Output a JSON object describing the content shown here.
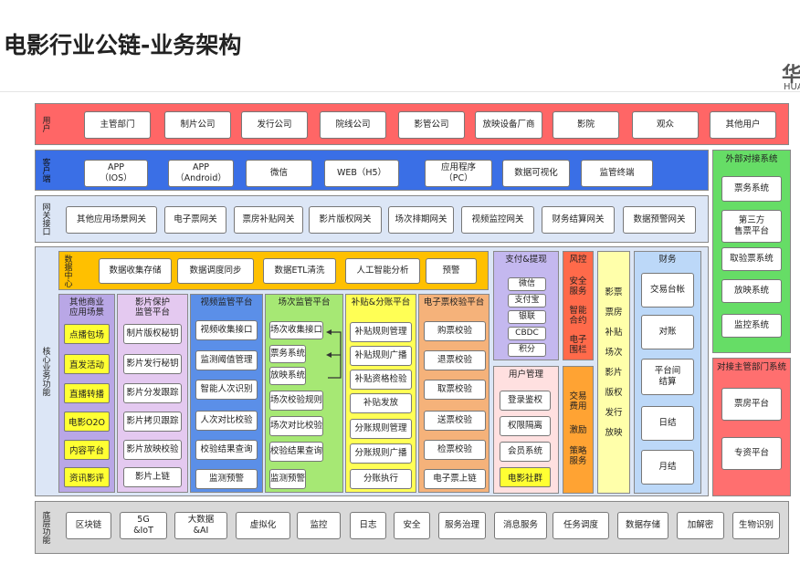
{
  "header": {
    "title": "电影行业公链-业务架构",
    "logo_cn": "华",
    "logo_en": "HUA"
  },
  "users": {
    "label": "用户",
    "items": [
      "主管部门",
      "制片公司",
      "发行公司",
      "院线公司",
      "影管公司",
      "放映设备厂商",
      "影院",
      "观众",
      "其他用户"
    ]
  },
  "client": {
    "label": "客户端",
    "items": [
      "APP\n（IOS）",
      "APP\n（Android）",
      "微信",
      "WEB（H5）",
      "应用程序\n（PC）",
      "数据可视化",
      "监管终端"
    ]
  },
  "gateway": {
    "label": "网关接口",
    "items": [
      "其他应用场景网关",
      "电子票网关",
      "票房补贴网关",
      "影片版权网关",
      "场次排期网关",
      "视频监控网关",
      "财务结算网关",
      "数据预警网关"
    ]
  },
  "core": {
    "label": "核心业务功能"
  },
  "datacenter": {
    "label": "数据中心",
    "items": [
      "数据收集存储",
      "数据调度同步",
      "数据ETL清洗",
      "人工智能分析",
      "预警"
    ]
  },
  "other_biz": {
    "title": "其他商业\n应用场景",
    "items": [
      "点播包场",
      "直发活动",
      "直播转播",
      "电影O2O",
      "内容平台",
      "资讯影评"
    ]
  },
  "film_protect": {
    "title": "影片保护\n监管平台",
    "items": [
      "制片版权秘钥",
      "影片发行秘钥",
      "影片分发跟踪",
      "影片拷贝跟踪",
      "影片放映校验",
      "影片上链"
    ]
  },
  "video_monitor": {
    "title": "视频监管平台",
    "items": [
      "视频收集接口",
      "监测阈值管理",
      "智能人次识别",
      "人次对比校验",
      "校验结果查询",
      "监测预警"
    ]
  },
  "session_monitor": {
    "title": "场次监管平台",
    "items": [
      "场次收集接口",
      "票务系统",
      "放映系统",
      "场次校验规则",
      "场次对比校验",
      "校验结果查询",
      "监测预警"
    ]
  },
  "subsidy": {
    "title": "补贴&分账平台",
    "items": [
      "补贴规则管理",
      "补贴规则广播",
      "补贴资格检验",
      "补贴发放",
      "分账规则管理",
      "分账规则广播",
      "分账执行"
    ]
  },
  "eticket": {
    "title": "电子票校验平台",
    "items": [
      "购票校验",
      "退票校验",
      "取票校验",
      "送票校验",
      "检票校验",
      "电子票上链"
    ]
  },
  "payment": {
    "title": "支付&提现",
    "items": [
      "微信",
      "支付宝",
      "银联",
      "CBDC",
      "积分"
    ]
  },
  "user_mgmt": {
    "title": "用户管理",
    "items": [
      "登录鉴权",
      "权限隔离",
      "会员系统",
      "电影社群"
    ]
  },
  "risk": {
    "title": "风控",
    "items": [
      "安全\n服务",
      "智能\n合约",
      "电子\n围栏"
    ]
  },
  "fees": {
    "items": [
      "交易\n费用",
      "激励",
      "策略\n服务"
    ]
  },
  "yellow_col": {
    "items": [
      "影票",
      "票房",
      "补贴",
      "场次",
      "影片",
      "版权",
      "发行",
      "放映"
    ]
  },
  "finance": {
    "title": "财务",
    "items": [
      "交易台帐",
      "对账",
      "平台间\n结算",
      "日结",
      "月结"
    ]
  },
  "external": {
    "title": "外部对接系统",
    "items": [
      "票务系统",
      "第三方\n售票平台",
      "取验票系统",
      "放映系统",
      "监控系统"
    ]
  },
  "gov": {
    "title": "对接主管部门系统",
    "items": [
      "票房平台",
      "专资平台"
    ]
  },
  "infra": {
    "label": "底层功能",
    "items": [
      "区块链",
      "5G\n&IoT",
      "大数据\n&AI",
      "虚拟化",
      "监控",
      "日志",
      "安全",
      "服务治理",
      "消息服务",
      "任务调度",
      "数据存储",
      "加解密",
      "生物识别"
    ]
  },
  "colors": {
    "users_bg": "#ff6666",
    "client_bg": "#3a6fe6",
    "gateway_bg": "#dce6f6",
    "core_bg": "#dce6f6",
    "datacenter_bg": "#ffc000",
    "yellow": "#ffff33",
    "external_bg": "#66dd66",
    "gov_bg": "#ff6f6f",
    "infra_bg": "#d9d9d9"
  }
}
